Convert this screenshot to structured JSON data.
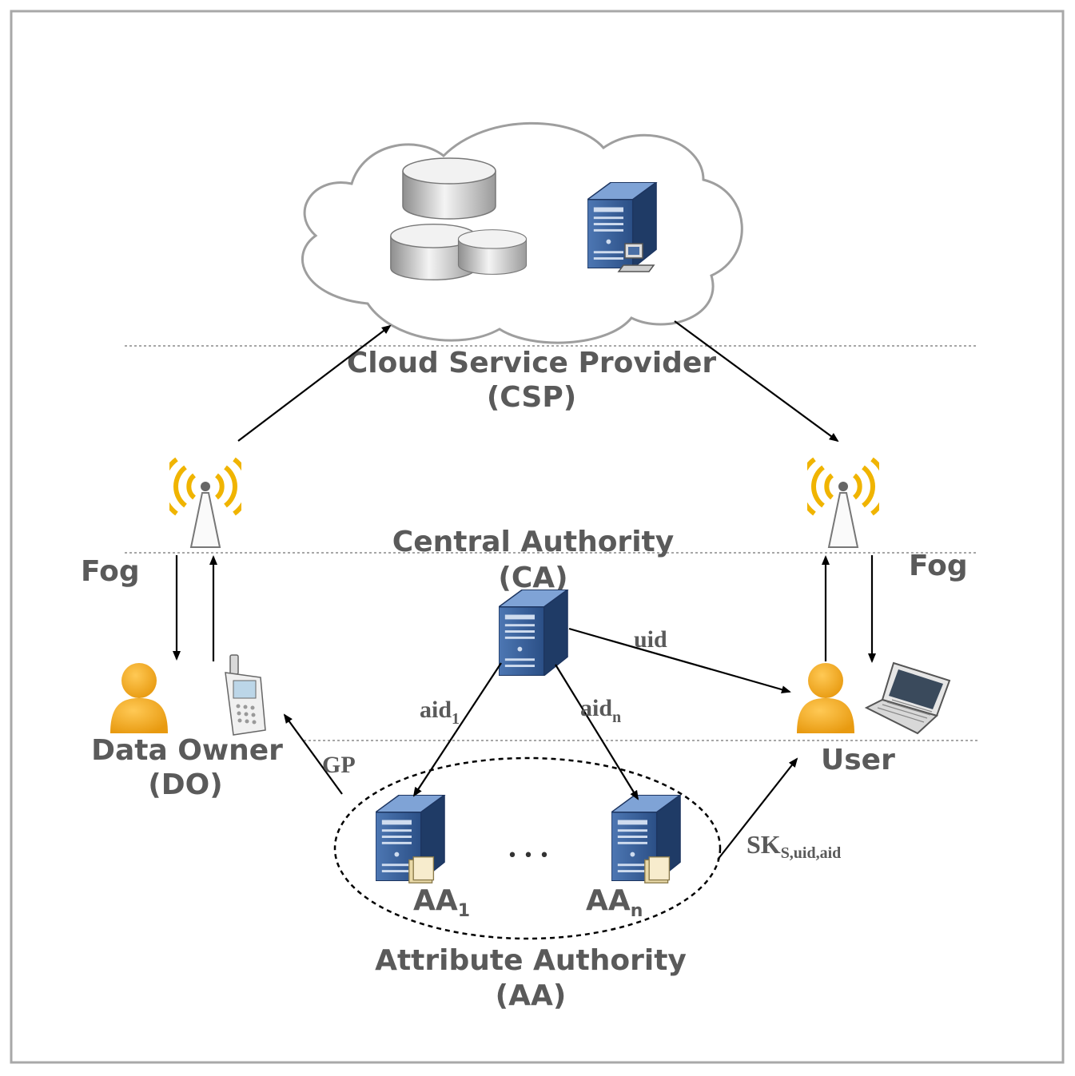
{
  "labels": {
    "csp_name": "Cloud Service Provider",
    "csp_abbr": "(CSP)",
    "ca_name": "Central Authority",
    "ca_abbr": "(CA)",
    "fog_left": "Fog",
    "fog_right": "Fog",
    "do_name": "Data Owner",
    "do_abbr": "(DO)",
    "user_name": "User",
    "aa_name": "Attribute Authority",
    "aa_abbr": "(AA)",
    "aa1_base": "AA",
    "aa1_sub": "1",
    "aan_base": "AA",
    "aan_sub": "n",
    "ellipsis": "• • •"
  },
  "edges": {
    "uid": "uid",
    "aid1_base": "aid",
    "aid1_sub": "1",
    "aidn_base": "aid",
    "aidn_sub": "n",
    "gp": "GP",
    "sk_base": "SK",
    "sk_sub": "S,uid,aid"
  },
  "colors": {
    "person": "#f5a91b",
    "server_blue": "#2d5289",
    "antenna_waves": "#f0b400",
    "text_gray": "#5a5a5a"
  },
  "icons": [
    "cloud-icon",
    "database-icon",
    "server-icon",
    "antenna-icon",
    "person-icon",
    "mobile-phone-icon",
    "laptop-icon",
    "folder-icon"
  ]
}
